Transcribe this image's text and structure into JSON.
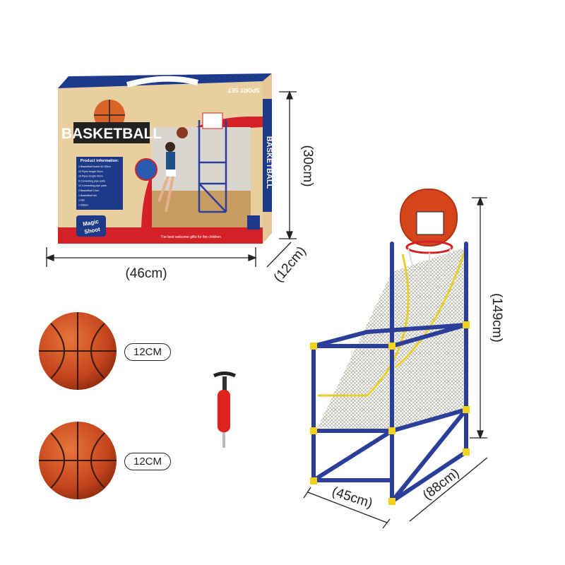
{
  "box": {
    "title": "BASKETBALL",
    "side_title": "BASKETBALL",
    "top_label": "SPORT SET",
    "info_header": "Product information:",
    "info_items": [
      "1 Basketball board 41×30cm",
      "12 Pipes length 30cm",
      "14 Pipes length 40cm",
      "8 Connecting pipe parts",
      "12 Connecting pipe parts",
      "2 Basketball 12cm",
      "1 Basketball net",
      "1 Net",
      "1 Inflator"
    ],
    "badge_line1": "Magic",
    "badge_line2": "Shoot",
    "footer": "The best welcome gifts for the children"
  },
  "dimensions": {
    "box_height": "(30cm)",
    "box_width": "(46cm)",
    "box_depth": "(12cm)",
    "stand_height": "(149cm)",
    "stand_width": "(45cm)",
    "stand_depth": "(88cm)"
  },
  "balls": [
    {
      "size": "12CM"
    },
    {
      "size": "12CM"
    }
  ],
  "colors": {
    "frame": "#2b3e9a",
    "joint": "#f2d21a",
    "ball": "#c8491f",
    "box_red": "#d42027",
    "box_blue": "#1d3a8a"
  }
}
